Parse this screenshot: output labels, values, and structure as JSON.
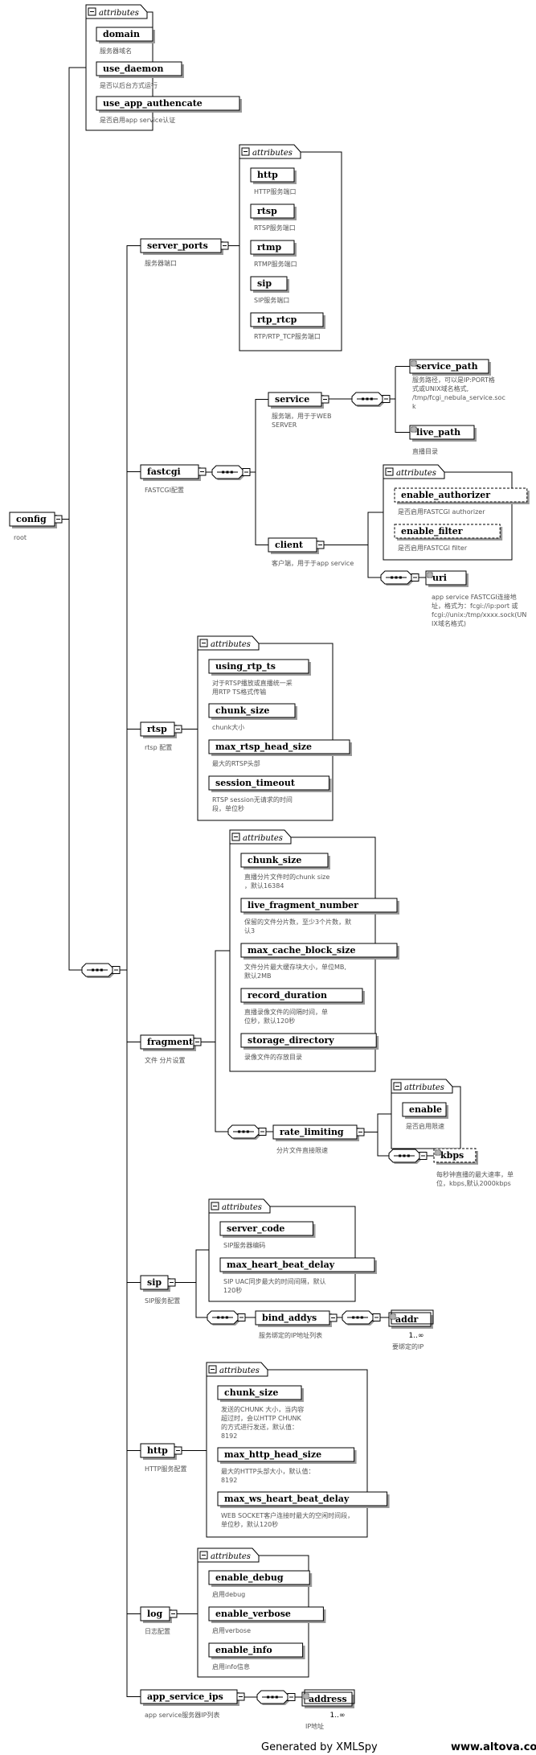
{
  "footer": {
    "generated_by": "Generated by XMLSpy",
    "site": "www.altova.com"
  },
  "attributes_label": "attributes",
  "root": {
    "name": "config",
    "desc": "root"
  },
  "config_attrs": [
    {
      "name": "domain",
      "desc": "服务器域名"
    },
    {
      "name": "use_daemon",
      "desc": "是否以后台方式运行"
    },
    {
      "name": "use_app_authencate",
      "desc": "是否启用app service认证"
    }
  ],
  "server_ports": {
    "name": "server_ports",
    "desc": "服务器端口",
    "attrs": [
      {
        "name": "http",
        "desc": "HTTP服务端口"
      },
      {
        "name": "rtsp",
        "desc": "RTSP服务端口"
      },
      {
        "name": "rtmp",
        "desc": "RTMP服务端口"
      },
      {
        "name": "sip",
        "desc": "SIP服务端口"
      },
      {
        "name": "rtp_rtcp",
        "desc": "RTP/RTP_TCP服务端口"
      }
    ]
  },
  "fastcgi": {
    "name": "fastcgi",
    "desc": "FASTCGI配置",
    "service": {
      "name": "service",
      "desc1": "服务端，用于于WEB",
      "desc2": "SERVER",
      "children": [
        {
          "name": "service_path",
          "desc": [
            "服务路径，可以是IP:PORT格",
            "式或UNIX域名格式,",
            "/tmp/fcgi_nebula_service.soc",
            "k"
          ]
        },
        {
          "name": "live_path",
          "desc": [
            "直播目录"
          ]
        }
      ]
    },
    "client": {
      "name": "client",
      "desc": "客户端，用于于app service",
      "attrs": [
        {
          "name": "enable_authorizer",
          "desc": "是否启用FASTCGI authorizer"
        },
        {
          "name": "enable_filter",
          "desc": "是否启用FASTCGI filter"
        }
      ],
      "uri": {
        "name": "uri",
        "desc": [
          "app service FASTCGI连接地",
          "址，格式为：fcgi://ip:port 或",
          "fcgi://unix:/tmp/xxxx.sock(UN",
          "IX域名格式)"
        ]
      }
    }
  },
  "rtsp": {
    "name": "rtsp",
    "desc": "rtsp 配置",
    "attrs": [
      {
        "name": "using_rtp_ts",
        "desc": [
          "对于RTSP播放或直播统一采",
          "用RTP TS格式传输"
        ]
      },
      {
        "name": "chunk_size",
        "desc": [
          "chunk大小"
        ]
      },
      {
        "name": "max_rtsp_head_size",
        "desc": [
          "最大的RTSP头部"
        ]
      },
      {
        "name": "session_timeout",
        "desc": [
          "RTSP session无请求的时间",
          "段，单位秒"
        ]
      }
    ]
  },
  "fragment": {
    "name": "fragment",
    "desc": "文件 分片设置",
    "attrs": [
      {
        "name": "chunk_size",
        "desc": [
          "直播分片文件时的chunk size",
          "，默认16384"
        ]
      },
      {
        "name": "live_fragment_number",
        "desc": [
          "保留的文件分片数，至少3个片数，默",
          "认3"
        ]
      },
      {
        "name": "max_cache_block_size",
        "desc": [
          "文件分片最大缓存块大小，单位MB,",
          "默认2MB"
        ]
      },
      {
        "name": "record_duration",
        "desc": [
          "直播录像文件的间隔时间，单",
          "位秒，默认120秒"
        ]
      },
      {
        "name": "storage_directory",
        "desc": [
          "录像文件的存放目录"
        ]
      }
    ],
    "rate_limiting": {
      "name": "rate_limiting",
      "desc": "分片文件直接限速",
      "attrs": [
        {
          "name": "enable",
          "desc": "是否启用限速"
        }
      ],
      "kbps": {
        "name": "kbps",
        "desc": [
          "每秒钟直播的最大速率，单",
          "位，kbps,默认2000kbps"
        ]
      }
    }
  },
  "sip": {
    "name": "sip",
    "desc": "SIP服务配置",
    "attrs": [
      {
        "name": "server_code",
        "desc": [
          "SIP服务器编码"
        ]
      },
      {
        "name": "max_heart_beat_delay",
        "desc": [
          "SIP UAC同步最大的时间间隔，默认",
          "120秒"
        ]
      }
    ],
    "bind_addys": {
      "name": "bind_addys",
      "desc": "服务绑定的IP地址列表"
    },
    "addr": {
      "name": "addr",
      "card": "1..∞",
      "desc": "要绑定的IP"
    }
  },
  "http": {
    "name": "http",
    "desc": "HTTP服务配置",
    "attrs": [
      {
        "name": "chunk_size",
        "desc": [
          "发送的CHUNK 大小，当内容",
          "超过时，会以HTTP CHUNK",
          "的方式进行发送，默认值：",
          "8192"
        ]
      },
      {
        "name": "max_http_head_size",
        "desc": [
          "最大的HTTP头部大小，默认值：",
          "8192"
        ]
      },
      {
        "name": "max_ws_heart_beat_delay",
        "desc": [
          "WEB SOCKET客户连接时最大的空闲时间段，",
          "单位秒，默认120秒"
        ]
      }
    ]
  },
  "log": {
    "name": "log",
    "desc": "日志配置",
    "attrs": [
      {
        "name": "enable_debug",
        "desc": "启用debug"
      },
      {
        "name": "enable_verbose",
        "desc": "启用verbose"
      },
      {
        "name": "enable_info",
        "desc": "启用info信息"
      }
    ]
  },
  "app_service_ips": {
    "name": "app_service_ips",
    "desc": "app service服务器IP列表",
    "address": {
      "name": "address",
      "card": "1..∞",
      "desc": "IP地址"
    }
  }
}
